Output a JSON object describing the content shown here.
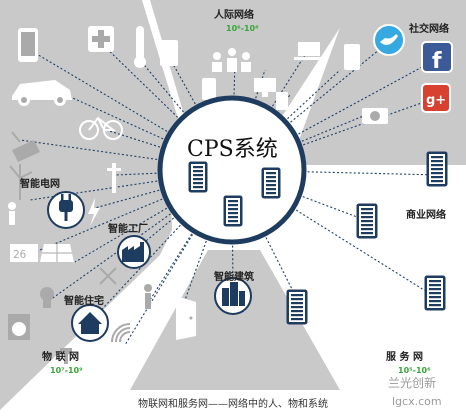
{
  "diagram": {
    "center_title": "CPS系统",
    "caption": "物联网和服务网——网络中的人、物和系统",
    "watermark": {
      "brand": "兰光创新",
      "site": "lgcx.com"
    },
    "groups": {
      "people": {
        "label": "人际网络",
        "range": "10⁶-10⁸"
      },
      "social": {
        "label": "社交网络"
      },
      "grid": {
        "label": "智能电网"
      },
      "factory": {
        "label": "智能工厂"
      },
      "home": {
        "label": "智能住宅"
      },
      "building": {
        "label": "智能建筑"
      },
      "business": {
        "label": "商业网络"
      },
      "iot": {
        "label": "物 联 网",
        "range": "10⁷-10⁹"
      },
      "services": {
        "label": "服 务 网",
        "range": "10⁵-10⁶"
      }
    },
    "social_icons": [
      "twitter-icon",
      "facebook-icon",
      "google-plus-icon"
    ],
    "colors": {
      "navy": "#1e3b60",
      "wedge": "#c9c9c9",
      "green": "#3aa63a",
      "twitter": "#35a9e0",
      "facebook": "#3b5a97",
      "google": "#d8402f"
    }
  }
}
